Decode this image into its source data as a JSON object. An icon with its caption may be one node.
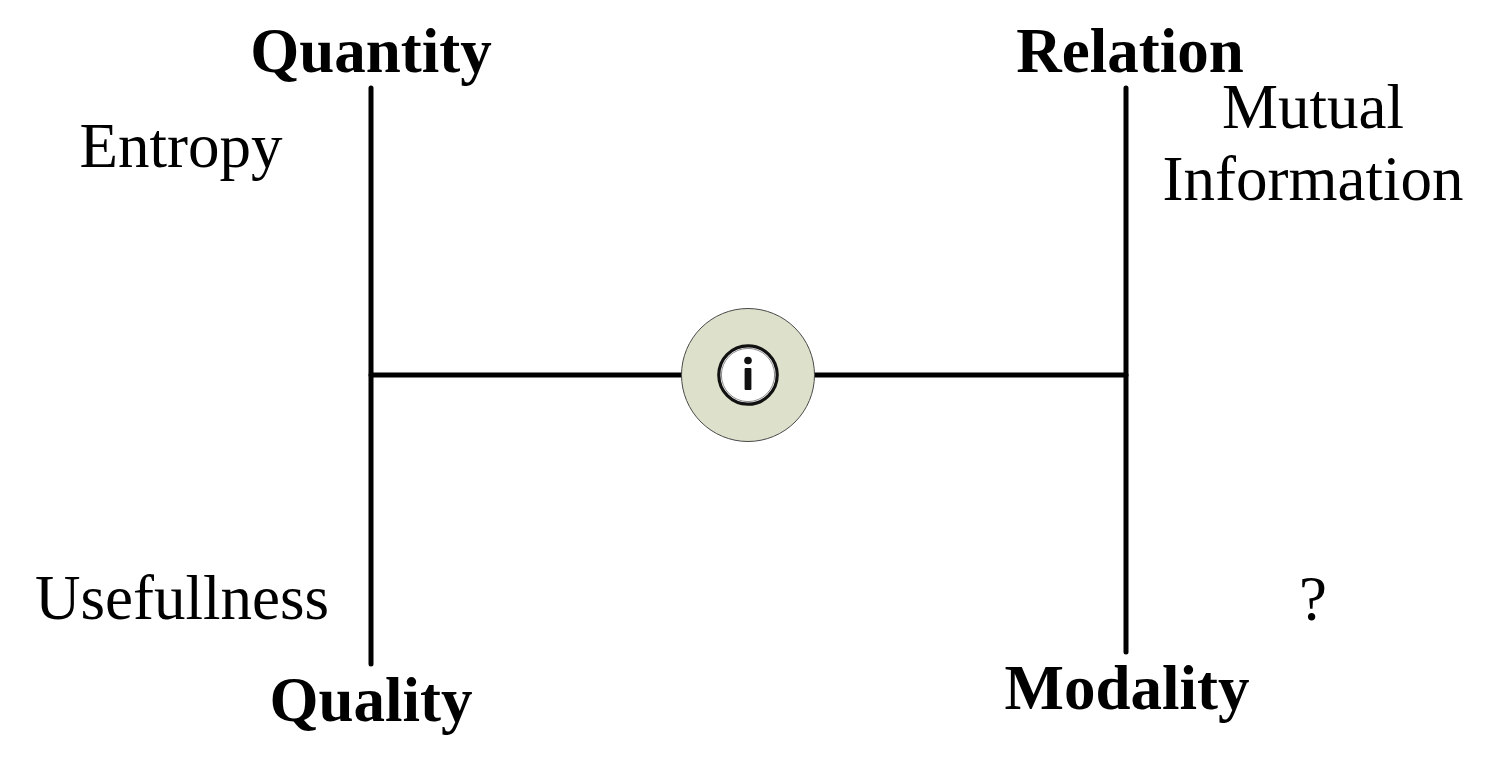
{
  "diagram": {
    "nodes": [
      {
        "text": [
          "Quantity"
        ]
      },
      {
        "text": [
          "Relation"
        ]
      },
      {
        "text": [],
        "shape": "circle"
      },
      {
        "text": [
          "Quality"
        ]
      },
      {
        "text": [
          "Modality"
        ]
      }
    ],
    "edges": [
      {
        "from": 0,
        "to": 3,
        "arrow": "none"
      },
      {
        "from": 1,
        "to": 4,
        "arrow": "none"
      },
      {
        "from": null,
        "to": 2,
        "arrow": "none"
      },
      {
        "from": 2,
        "to": null,
        "arrow": "none"
      }
    ],
    "labels": [
      "Entropy",
      "Mutual Information",
      "Usefullness",
      "?"
    ]
  }
}
